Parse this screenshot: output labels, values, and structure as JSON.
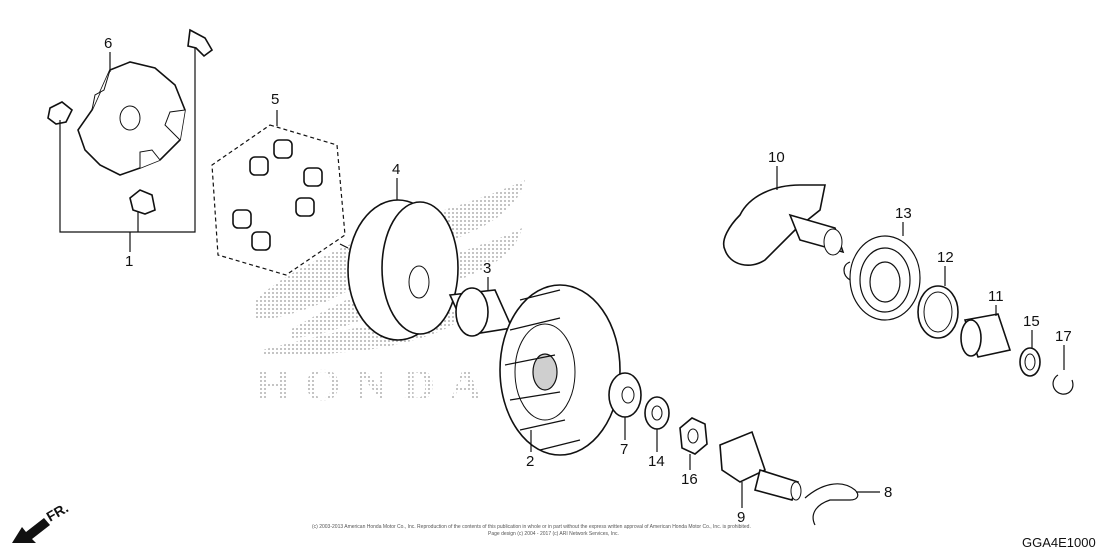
{
  "callouts": {
    "p1": "1",
    "p2": "2",
    "p3": "3",
    "p4": "4",
    "p5": "5",
    "p6": "6",
    "p7": "7",
    "p8": "8",
    "p9": "9",
    "p10": "10",
    "p11": "11",
    "p12": "12",
    "p13": "13",
    "p14": "14",
    "p15": "15",
    "p16": "16",
    "p17": "17"
  },
  "front_indicator": "FR.",
  "diagram_code": "GGA4E1000",
  "watermark_text": "HONDA",
  "copyright_line1": "(c) 2003-2013 American Honda Motor Co., Inc. Reproduction of the contents of this publication in whole or in part without the express written approval of American Honda Motor Co., Inc. is prohibited.",
  "copyright_line2": "Page design (c) 2004 - 2017 (c) ARI Network Services, Inc.",
  "colors": {
    "ink": "#111111",
    "dots": "#9a9a9a",
    "background": "#ffffff"
  },
  "icons": {
    "front_arrow": "arrow-down-left-icon",
    "watermark": "honda-wing-logo-icon"
  }
}
